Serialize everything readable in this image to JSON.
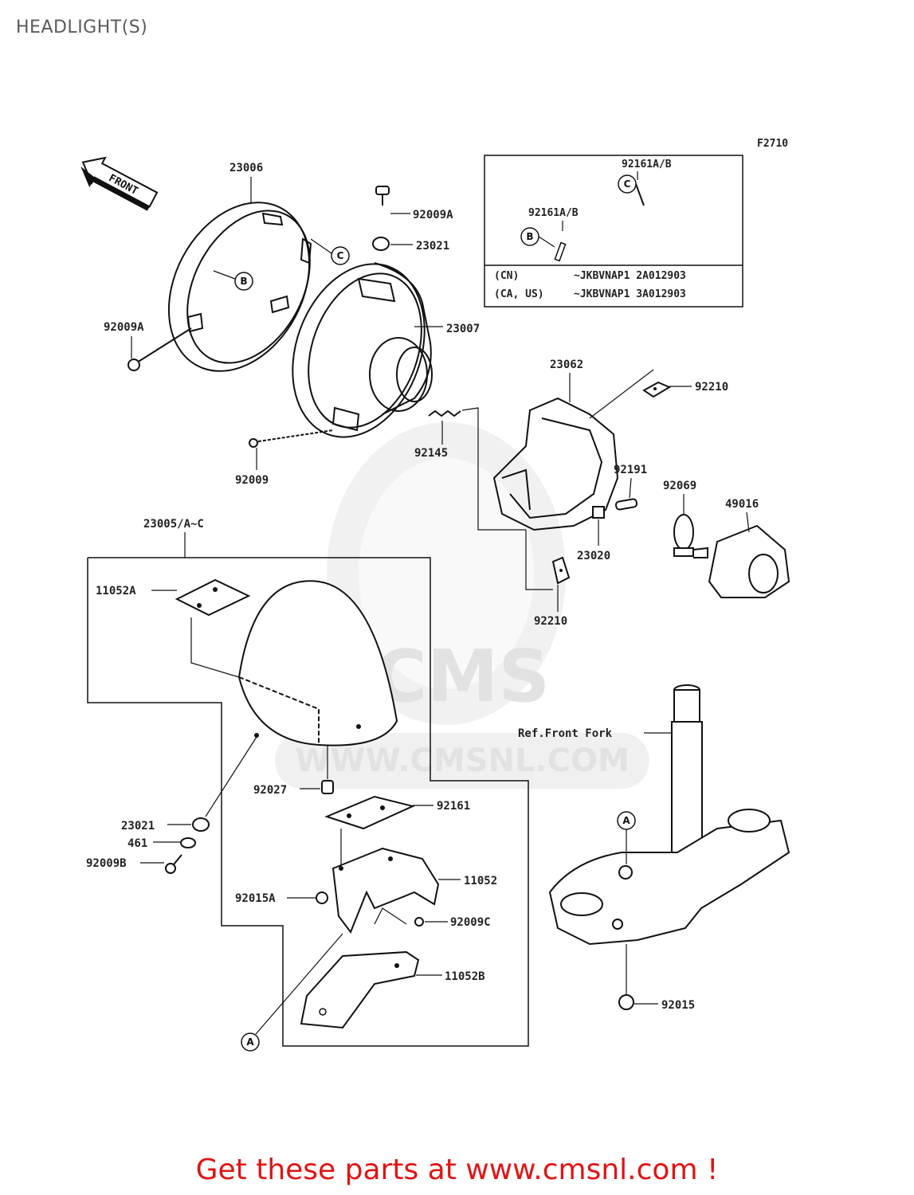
{
  "page": {
    "title": "HEADLIGHT(S)"
  },
  "diagram": {
    "figure_code": "F2710",
    "direction_arrow": "FRONT",
    "callouts": {
      "a": "A",
      "b": "B",
      "c": "C"
    },
    "labels": {
      "p23006": "23006",
      "p92009A_top": "92009A",
      "p23021_top": "23021",
      "p92009A_left": "92009A",
      "p23007": "23007",
      "p23062": "23062",
      "p92210_top": "92210",
      "p92145": "92145",
      "p92009": "92009",
      "p92191": "92191",
      "p92069": "92069",
      "p49016": "49016",
      "p23020": "23020",
      "p92210_bottom": "92210",
      "p23005": "23005/A~C",
      "p11052A": "11052A",
      "ref_front_fork": "Ref.Front Fork",
      "p92027": "92027",
      "p92161": "92161",
      "p23021_bottom": "23021",
      "p461": "461",
      "p92009B": "92009B",
      "p11052": "11052",
      "p92015A": "92015A",
      "p92009C": "92009C",
      "p11052B": "11052B",
      "p92015": "92015"
    },
    "inset": {
      "part_c": "92161A/B",
      "part_b": "92161A/B",
      "rows": [
        {
          "region": "(CN)",
          "range": "~JKBVNAP1 2A012903"
        },
        {
          "region": "(CA, US)",
          "range": "~JKBVNAP1 3A012903"
        }
      ]
    },
    "watermark": {
      "brand": "CMS",
      "url": "WWW.CMSNL.COM"
    }
  },
  "footer": {
    "cta": "Get these parts at www.cmsnl.com !"
  },
  "colors": {
    "cta": "#e01414",
    "title": "#5a5a5a",
    "line": "#111111",
    "watermark": "#e4e4e4"
  }
}
